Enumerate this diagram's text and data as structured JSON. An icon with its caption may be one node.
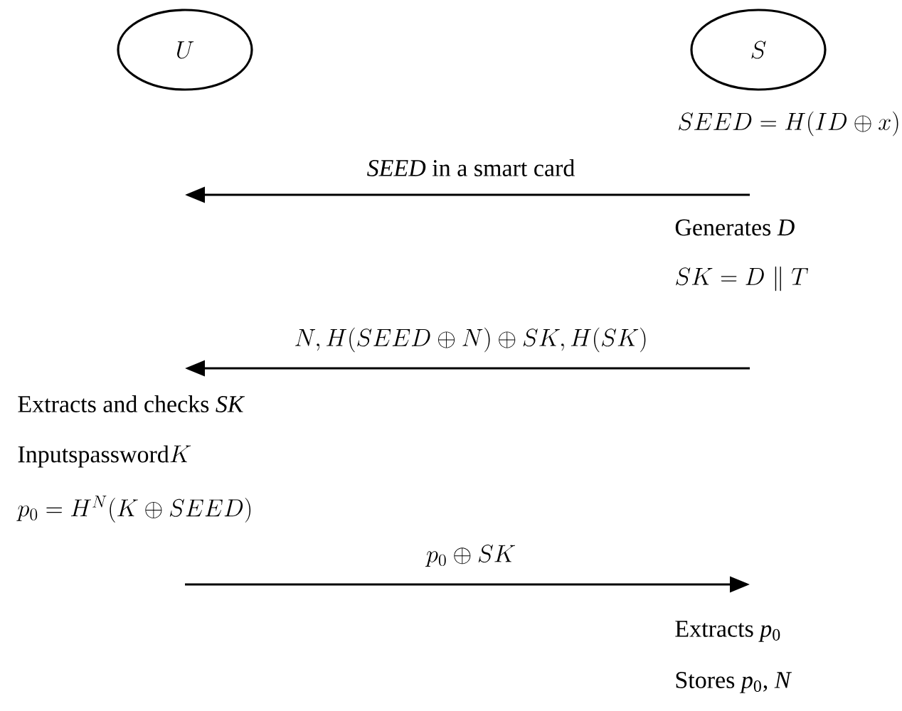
{
  "diagram": {
    "nodes": [
      {
        "text": [
          "U"
        ]
      },
      {
        "text": [
          "S"
        ]
      }
    ],
    "labels": [
      "SEED = H(ID \\oplus x)",
      "*SEED* in a smart card",
      "Generates *D*",
      "SK = D \\parallel T",
      "N, H(SEED \\oplus N) \\oplus SK, H(SK)",
      "Extracts and checks *SK*",
      "\\text{Inputspassword}K",
      "p_0 = H^N(K \\oplus SEED)",
      "p_0 \\oplus SK",
      "Extracts *p*$_{0}$",
      "Stores *p*$_{0}$, *N*"
    ]
  }
}
